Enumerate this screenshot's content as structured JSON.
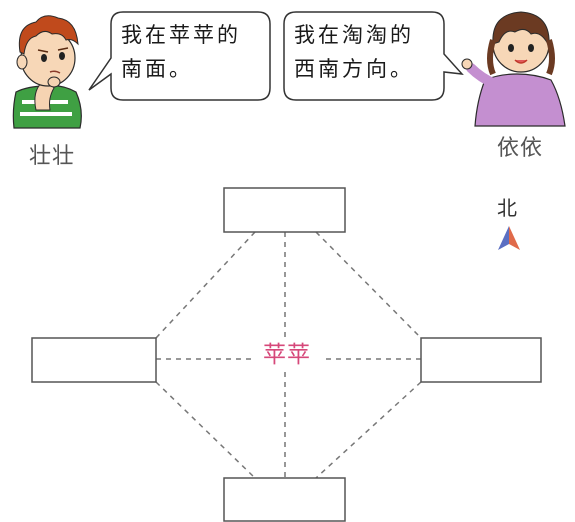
{
  "speech": {
    "zhuangzhuang": {
      "line1": "我在苹苹的",
      "line2": "南面。"
    },
    "yiyi": {
      "line1": "我在淘淘的",
      "line2": "西南方向。"
    }
  },
  "characters": {
    "left_name": "壮壮",
    "right_name": "依依"
  },
  "map": {
    "center_label": "苹苹",
    "north_label": "北",
    "boxes": {
      "top": "",
      "left": "",
      "right": "",
      "bottom": ""
    }
  },
  "colors": {
    "center_label": "#d6487a",
    "line": "#777777",
    "box_border": "#555555"
  },
  "icons": {
    "compass": "north-arrow-icon",
    "boy": "boy-thinking-icon",
    "girl": "girl-pointing-icon"
  }
}
